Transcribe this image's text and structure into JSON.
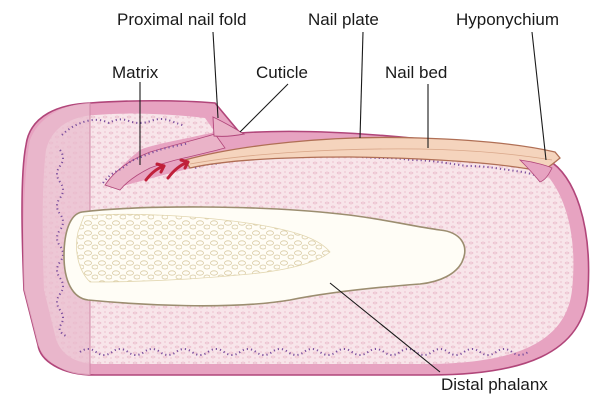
{
  "diagram": {
    "labels": {
      "proximal_nail_fold": "Proximal nail fold",
      "nail_plate": "Nail plate",
      "hyponychium": "Hyponychium",
      "matrix": "Matrix",
      "cuticle": "Cuticle",
      "nail_bed": "Nail bed",
      "distal_phalanx": "Distal phalanx"
    },
    "colors": {
      "skin_outer": "#e7a3c1",
      "skin_outline": "#b1467a",
      "dermis": "#f8e5ea",
      "cells": "#e9b9c9",
      "basal_dots": "#7b4f9e",
      "nail_plate": "#f5d4bd",
      "nail_plate_edge": "#b06f55",
      "bone": "#fffdf6",
      "bone_outline": "#9c8e70",
      "trabecular": "#e2d6b0",
      "side_shade": "#e9bccd",
      "growth_arrows": "#c0203a"
    }
  }
}
